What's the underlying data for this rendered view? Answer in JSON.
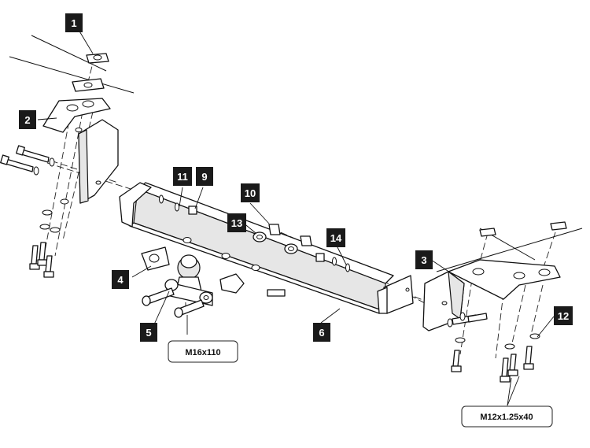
{
  "diagram": {
    "callouts": [
      {
        "id": "1",
        "label": "1"
      },
      {
        "id": "2",
        "label": "2"
      },
      {
        "id": "3",
        "label": "3"
      },
      {
        "id": "4",
        "label": "4"
      },
      {
        "id": "5",
        "label": "5"
      },
      {
        "id": "6",
        "label": "6"
      },
      {
        "id": "9",
        "label": "9"
      },
      {
        "id": "10",
        "label": "10"
      },
      {
        "id": "11",
        "label": "11"
      },
      {
        "id": "12",
        "label": "12"
      },
      {
        "id": "13",
        "label": "13"
      },
      {
        "id": "14",
        "label": "14"
      }
    ],
    "specs": {
      "bolt_ball": "M16x110",
      "bolt_bracket": "M12x1.25x40"
    }
  }
}
